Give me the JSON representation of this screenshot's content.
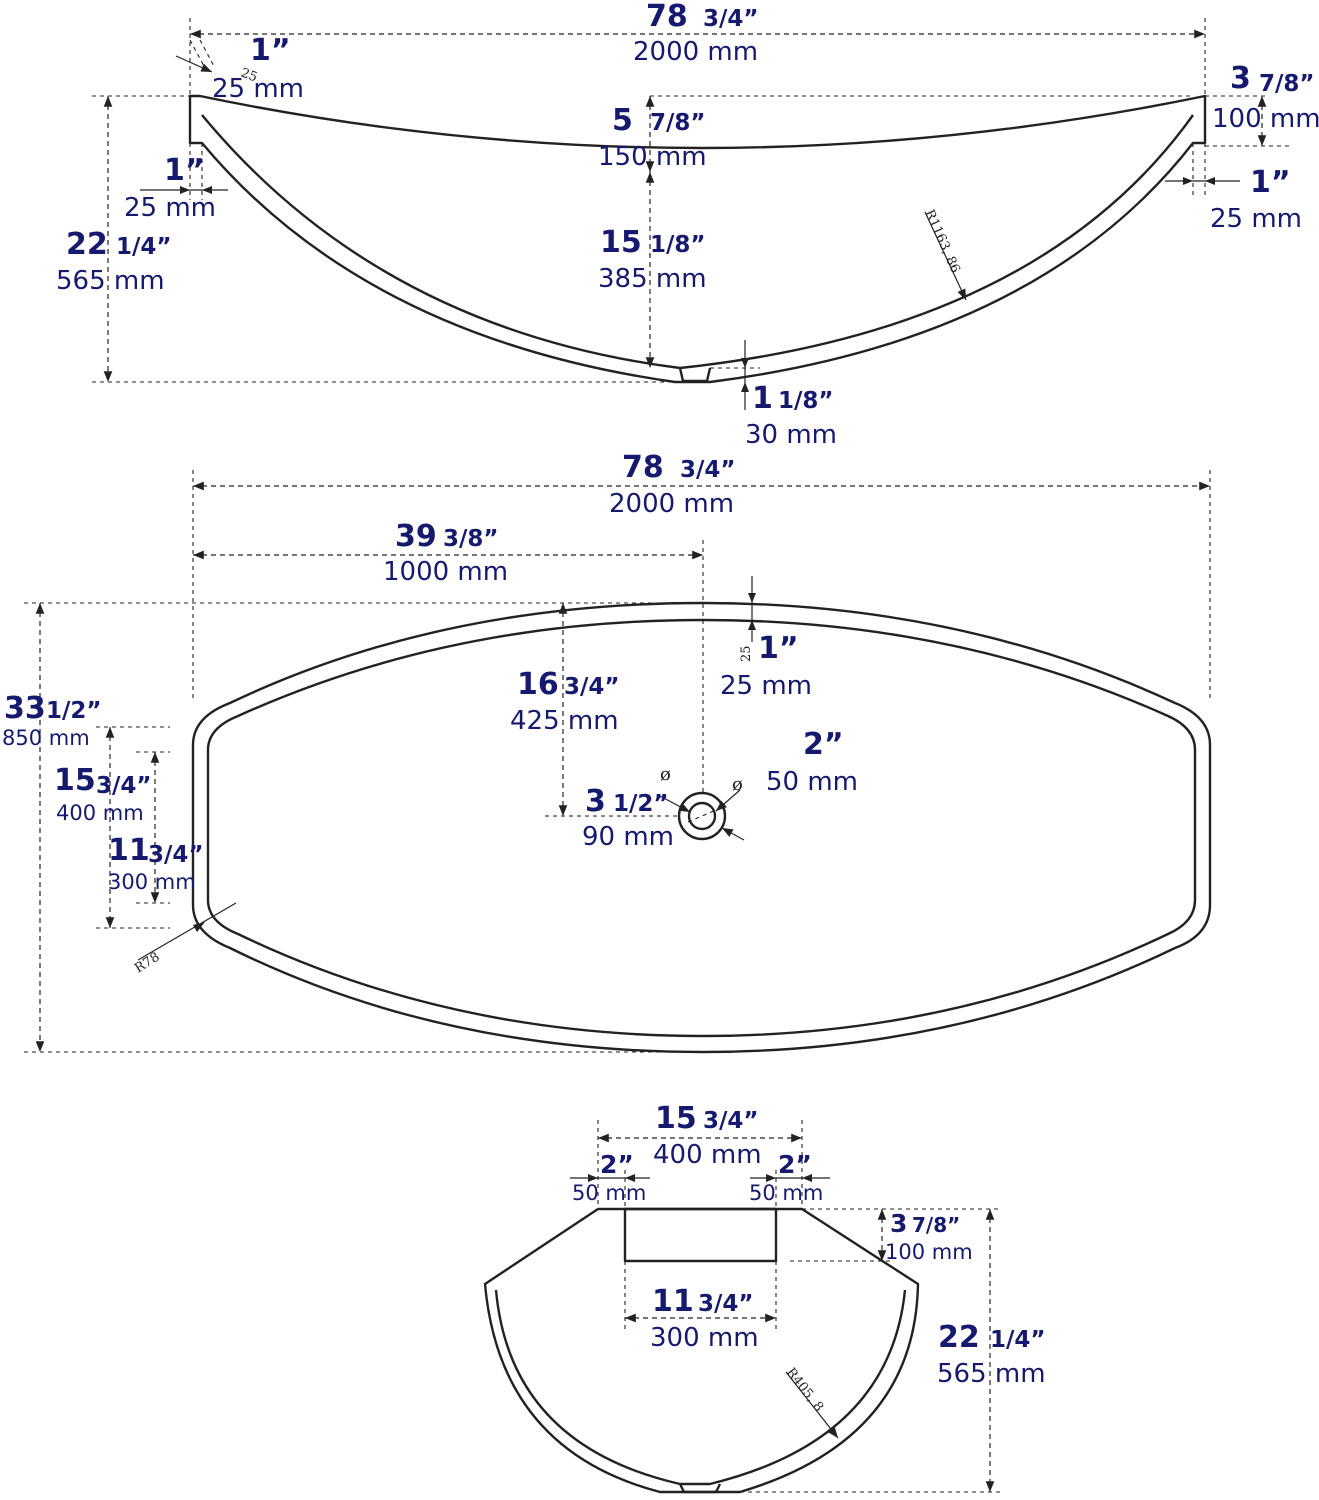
{
  "dimensions": {
    "top_length": {
      "whole": "78",
      "frac": "3/4”",
      "metric": "2000 mm"
    },
    "top_lip": {
      "whole": "1”",
      "frac": "",
      "metric": "25 mm",
      "small": "25"
    },
    "top_right_height": {
      "whole": "3",
      "frac": "7/8”",
      "metric": "100 mm"
    },
    "top_center_depth": {
      "whole": "5",
      "frac": "7/8”",
      "metric": "150 mm"
    },
    "top_wall": {
      "whole": "1”",
      "frac": "",
      "metric": "25 mm"
    },
    "top_right_wall": {
      "whole": "1”",
      "frac": "",
      "metric": "25 mm"
    },
    "top_height": {
      "whole": "22",
      "frac": "1/4”",
      "metric": "565 mm"
    },
    "top_inner_depth": {
      "whole": "15",
      "frac": "1/8”",
      "metric": "385 mm"
    },
    "top_radius": {
      "label": "R1163, 86"
    },
    "top_bottom": {
      "whole": "1",
      "frac": "1/8”",
      "metric": "30 mm"
    },
    "plan_length": {
      "whole": "78",
      "frac": "3/4”",
      "metric": "2000 mm"
    },
    "plan_half": {
      "whole": "39",
      "frac": "3/8”",
      "metric": "1000 mm"
    },
    "plan_rim": {
      "whole": "1”",
      "frac": "",
      "metric": "25 mm",
      "small": "25"
    },
    "plan_to_drain": {
      "whole": "16",
      "frac": "3/4”",
      "metric": "425 mm"
    },
    "drain_small": {
      "whole": "2”",
      "frac": "",
      "metric": "50 mm",
      "symbol": "ø"
    },
    "drain_large": {
      "whole": "3",
      "frac": "1/2”",
      "metric": "90 mm",
      "symbol": "ø"
    },
    "plan_width": {
      "whole": "33",
      "frac": "1/2”",
      "metric": "850 mm"
    },
    "plan_end_outer": {
      "whole": "15",
      "frac": "3/4”",
      "metric": "400 mm"
    },
    "plan_end_inner": {
      "whole": "11",
      "frac": "3/4”",
      "metric": "300 mm"
    },
    "plan_corner": {
      "label": "R78"
    },
    "side_top": {
      "whole": "15",
      "frac": "3/4”",
      "metric": "400 mm"
    },
    "side_left_lip": {
      "whole": "2”",
      "frac": "",
      "metric": "50 mm"
    },
    "side_right_lip": {
      "whole": "2”",
      "frac": "",
      "metric": "50 mm"
    },
    "side_step": {
      "whole": "3",
      "frac": "7/8”",
      "metric": "100 mm"
    },
    "side_inner": {
      "whole": "11",
      "frac": "3/4”",
      "metric": "300 mm"
    },
    "side_height": {
      "whole": "22",
      "frac": "1/4”",
      "metric": "565 mm"
    },
    "side_radius": {
      "label": "R405, 8"
    }
  }
}
